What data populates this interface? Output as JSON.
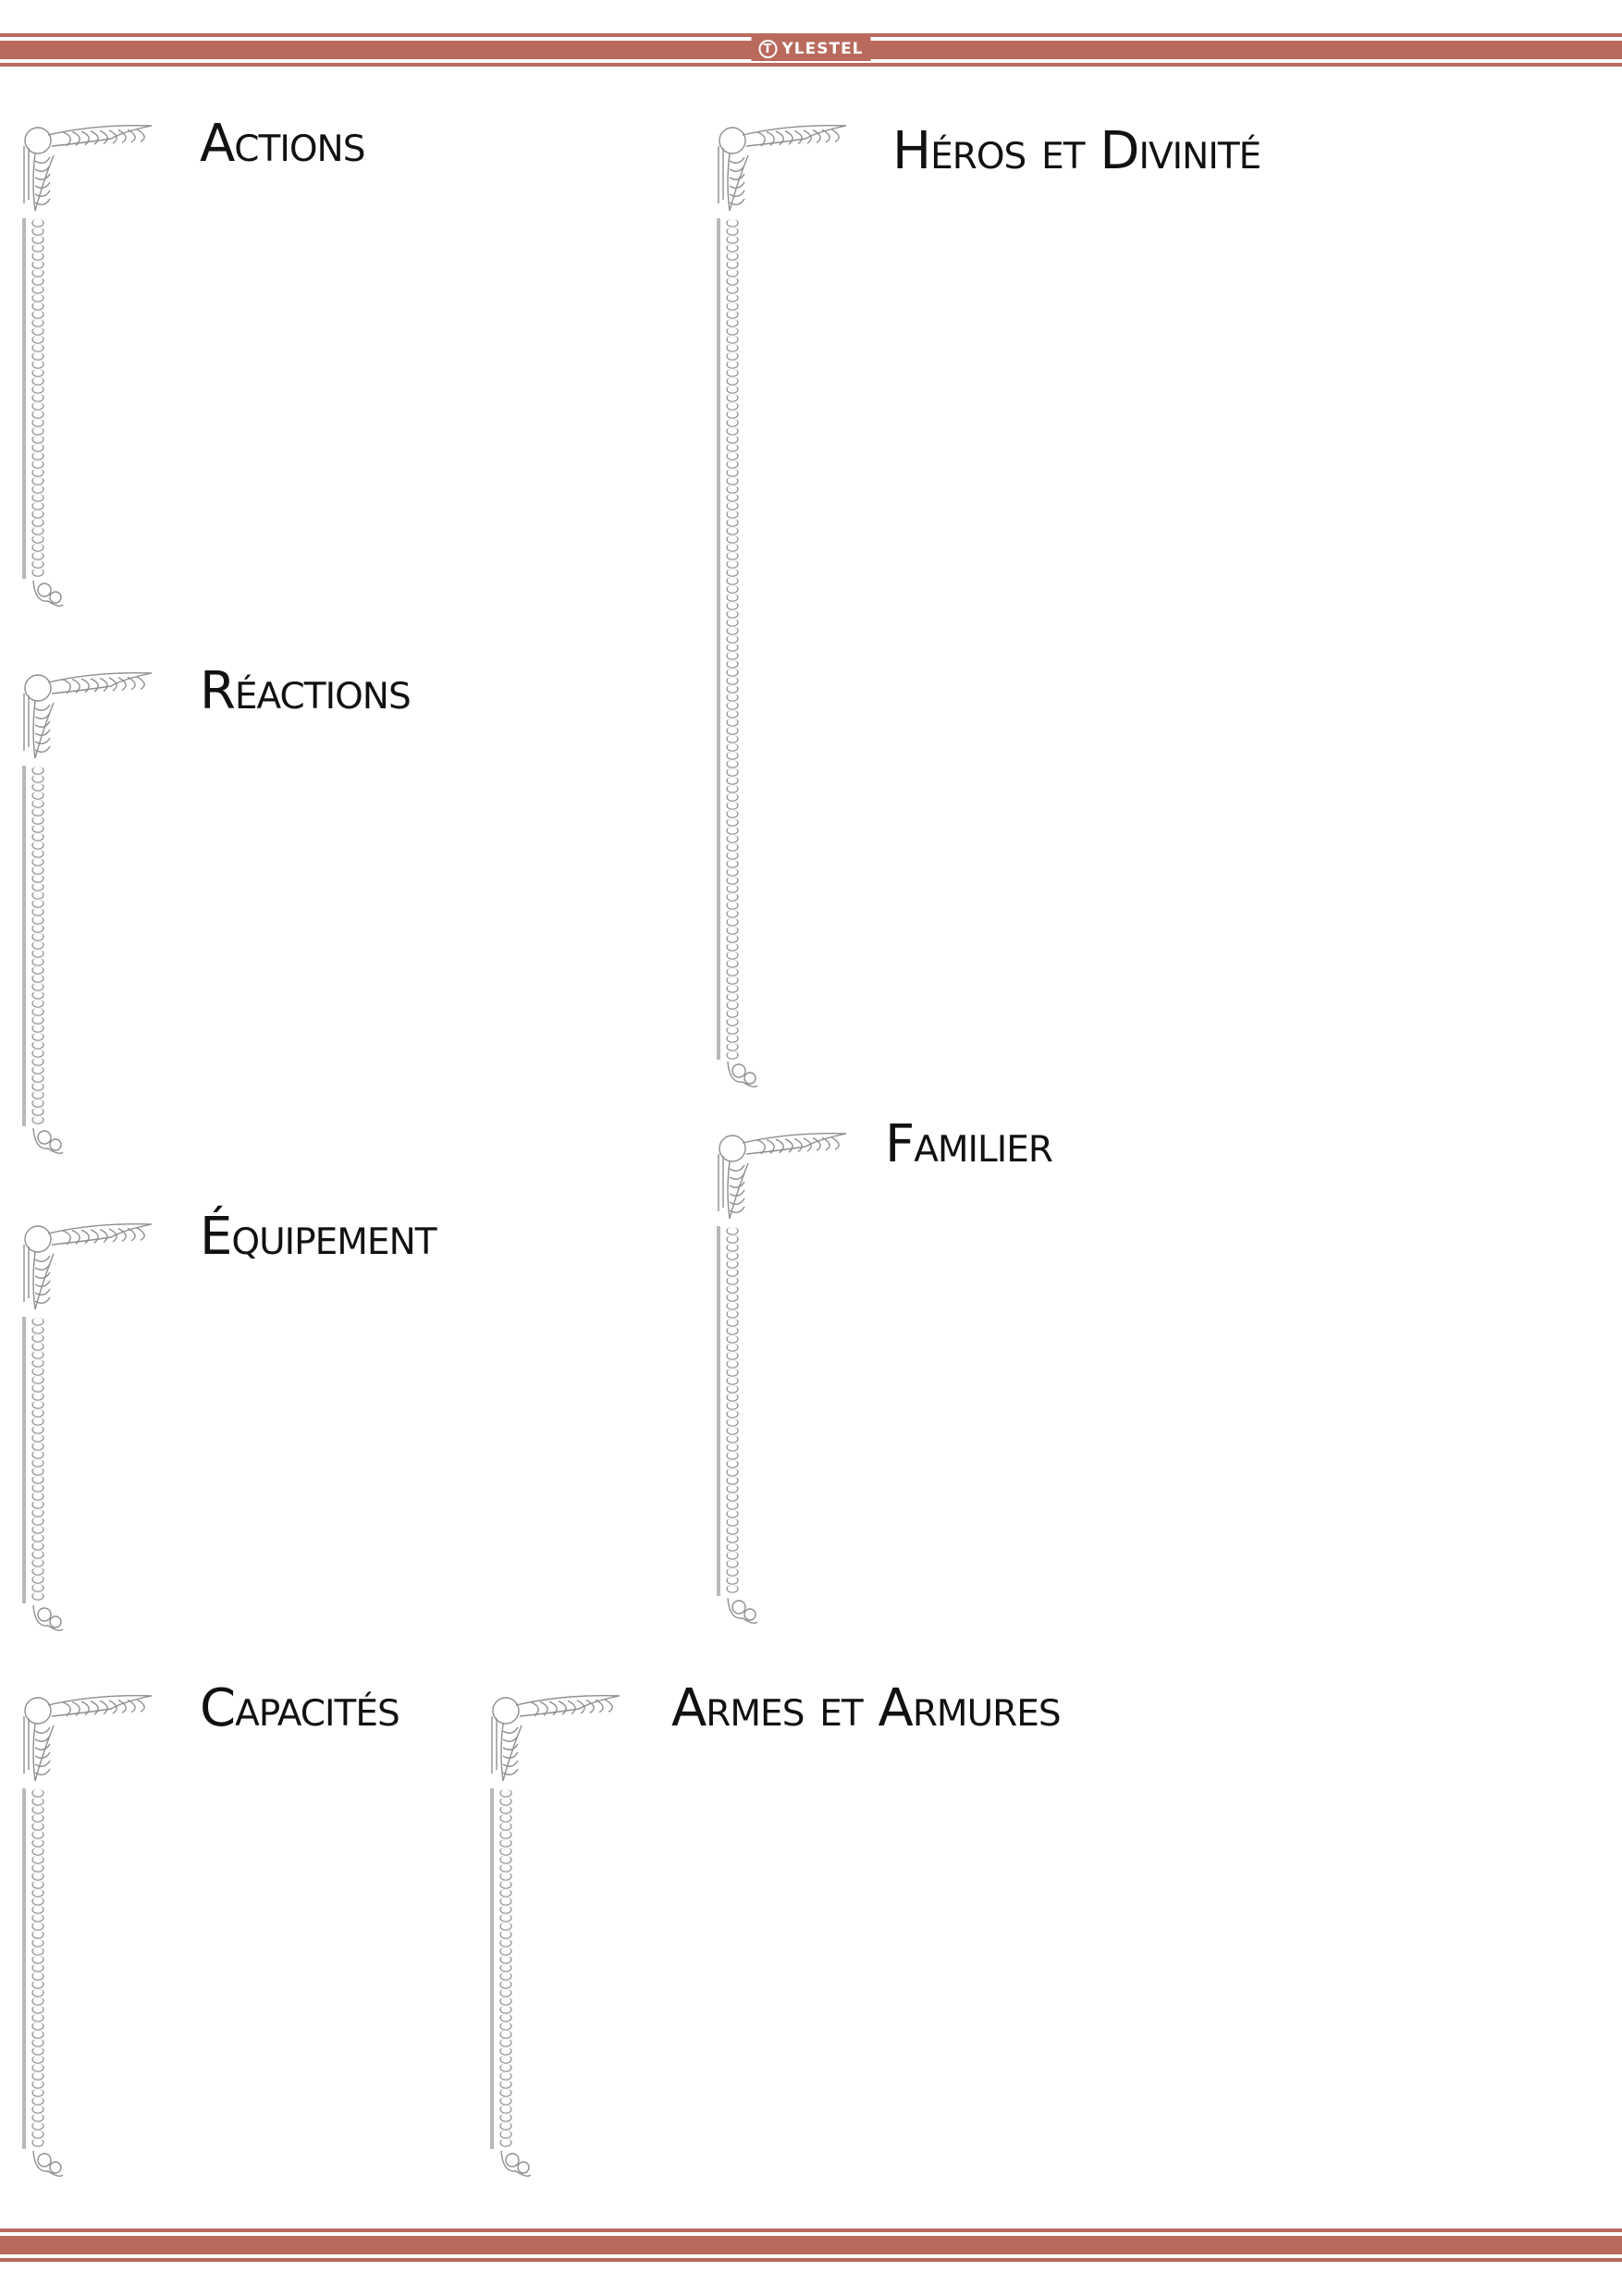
{
  "header": {
    "brand": "YLESTEL",
    "brand_initial": "T"
  },
  "colors": {
    "band": "#b96a5d",
    "ornament": "#8e8e8e",
    "title": "#111111"
  },
  "ornament_icon": "winged-chain-frame-icon",
  "sections": {
    "actions": {
      "title": "Actions"
    },
    "heros": {
      "title": "Héros et Divinité"
    },
    "reactions": {
      "title": "Réactions"
    },
    "familier": {
      "title": "Familier"
    },
    "equipement": {
      "title": "Équipement"
    },
    "capacites": {
      "title": "Capacités"
    },
    "armes": {
      "title": "Armes et Armures"
    }
  }
}
